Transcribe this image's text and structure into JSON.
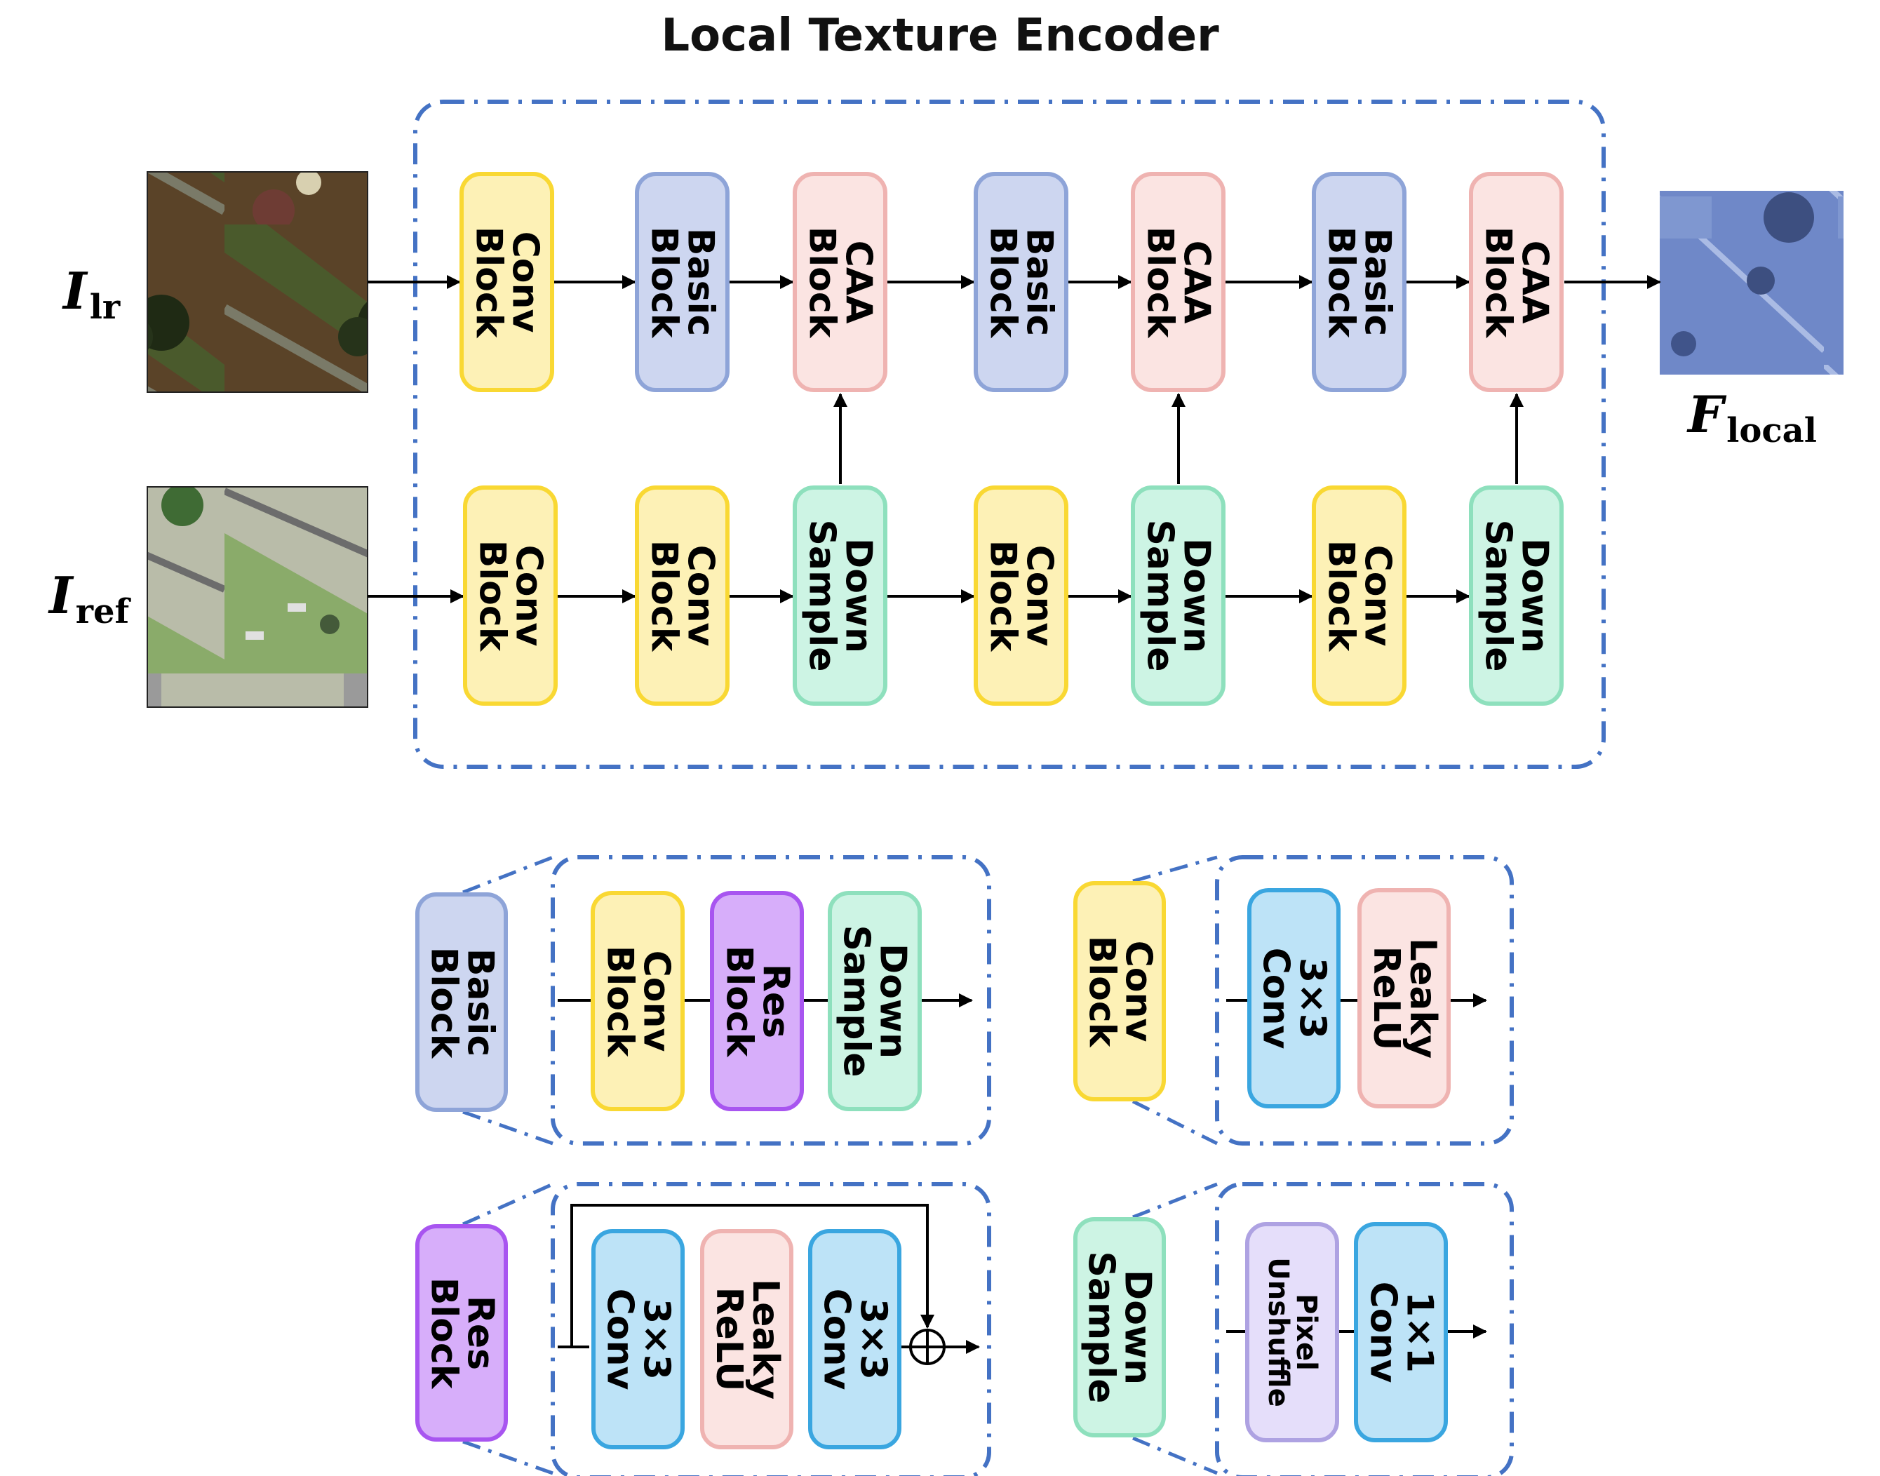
{
  "title": "Local Texture Encoder",
  "inputs": {
    "lr": {
      "symbol": "I",
      "subscript": "lr"
    },
    "ref": {
      "symbol": "I",
      "subscript": "ref"
    }
  },
  "output": {
    "symbol": "F",
    "subscript": "local"
  },
  "colors": {
    "frame": "#4472c4",
    "conv_block": "#fdf1b6",
    "basic_block": "#cdd6f0",
    "caa_block": "#fbe4e2",
    "down_sample": "#cdf4e4",
    "res_block": "#d7aefa",
    "conv_3x3": "#bde3f7",
    "leaky_relu": "#fbe4e2",
    "pixel_unshuffle": "#e5defa"
  },
  "top_row": [
    "Conv\nBlock",
    "Basic\nBlock",
    "CAA\nBlock",
    "Basic\nBlock",
    "CAA\nBlock",
    "Basic\nBlock",
    "CAA\nBlock"
  ],
  "bottom_row": [
    "Conv\nBlock",
    "Conv\nBlock",
    "Down\nSample",
    "Conv\nBlock",
    "Down\nSample",
    "Conv\nBlock",
    "Down\nSample"
  ],
  "legend": {
    "basic_block": {
      "name": "Basic\nBlock",
      "parts": [
        "Conv\nBlock",
        "Res\nBlock",
        "Down\nSample"
      ]
    },
    "conv_block": {
      "name": "Conv\nBlock",
      "parts": [
        "3×3\nConv",
        "Leaky\nReLU"
      ]
    },
    "res_block": {
      "name": "Res\nBlock",
      "parts": [
        "3×3\nConv",
        "Leaky\nReLU",
        "3×3\nConv"
      ]
    },
    "down_sample": {
      "name": "Down\nSample",
      "parts": [
        "Pixel\nUnshuffle",
        "1×1\nConv"
      ]
    }
  }
}
